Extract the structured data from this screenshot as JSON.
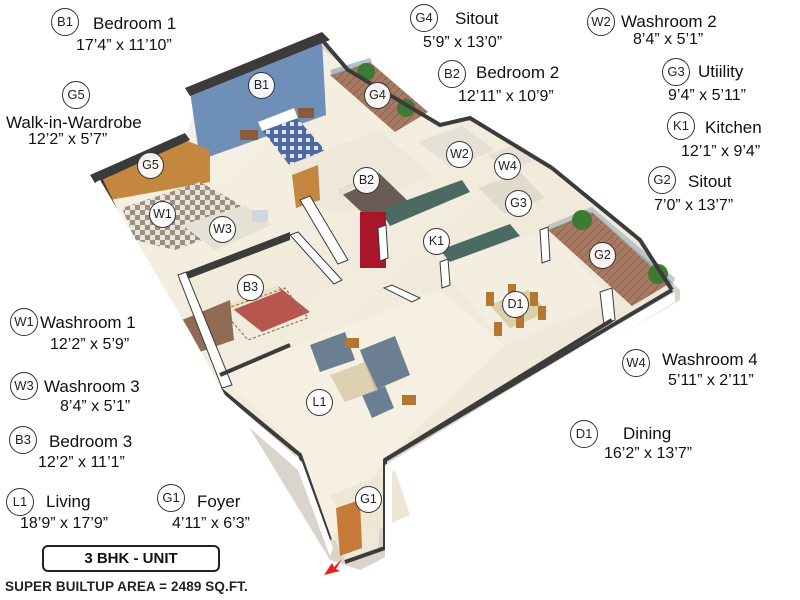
{
  "legend": [
    {
      "id": "b1",
      "code": "B1",
      "name": "Bedroom 1",
      "size": "17’4” x 11’10”"
    },
    {
      "id": "g4",
      "code": "G4",
      "name": "Sitout",
      "size": "5’9” x 13’0”"
    },
    {
      "id": "w2",
      "code": "W2",
      "name": "Washroom 2",
      "size": "8’4” x 5’1”"
    },
    {
      "id": "b2",
      "code": "B2",
      "name": "Bedroom 2",
      "size": "12’11” x 10’9”"
    },
    {
      "id": "g3",
      "code": "G3",
      "name": "Utiility",
      "size": "9’4” x 5’11”"
    },
    {
      "id": "g5",
      "code": "G5",
      "name": "Walk-in-Wardrobe",
      "size": "12’2” x 5’7”"
    },
    {
      "id": "k1",
      "code": "K1",
      "name": "Kitchen",
      "size": "12’1” x 9’4”"
    },
    {
      "id": "g2",
      "code": "G2",
      "name": "Sitout",
      "size": "7’0” x 13’7”"
    },
    {
      "id": "w1",
      "code": "W1",
      "name": "Washroom 1",
      "size": "12’2” x 5’9”"
    },
    {
      "id": "w4",
      "code": "W4",
      "name": "Washroom 4",
      "size": "5’11” x 2’11”"
    },
    {
      "id": "w3",
      "code": "W3",
      "name": "Washroom 3",
      "size": "8’4” x 5’1”"
    },
    {
      "id": "d1",
      "code": "D1",
      "name": "Dining",
      "size": "16’2” x 13’7”"
    },
    {
      "id": "b3",
      "code": "B3",
      "name": "Bedroom 3",
      "size": "12’2” x 11’1”"
    },
    {
      "id": "l1",
      "code": "L1",
      "name": "Living",
      "size": "18’9” x 17’9”"
    },
    {
      "id": "g1",
      "code": "G1",
      "name": "Foyer",
      "size": "4’11” x 6’3”"
    }
  ],
  "plan_tags": [
    "B1",
    "G4",
    "G5",
    "W2",
    "W4",
    "B2",
    "W1",
    "W3",
    "G3",
    "K1",
    "G2",
    "B3",
    "D1",
    "L1",
    "G1"
  ],
  "footer": {
    "unit_label": "3 BHK - UNIT",
    "area_label": "SUPER BUILTUP AREA = 2489 SQ.FT."
  },
  "colors": {
    "accent_wall": "#6d8fb8",
    "floor": "#f3eddf",
    "wall": "#ffffff",
    "wall_top": "#3b3b3b",
    "wood": "#c77a3a",
    "deck": "#a0715a",
    "entry_arrow": "#e5231b"
  },
  "icons": {
    "entry": "entry-arrow-icon"
  }
}
